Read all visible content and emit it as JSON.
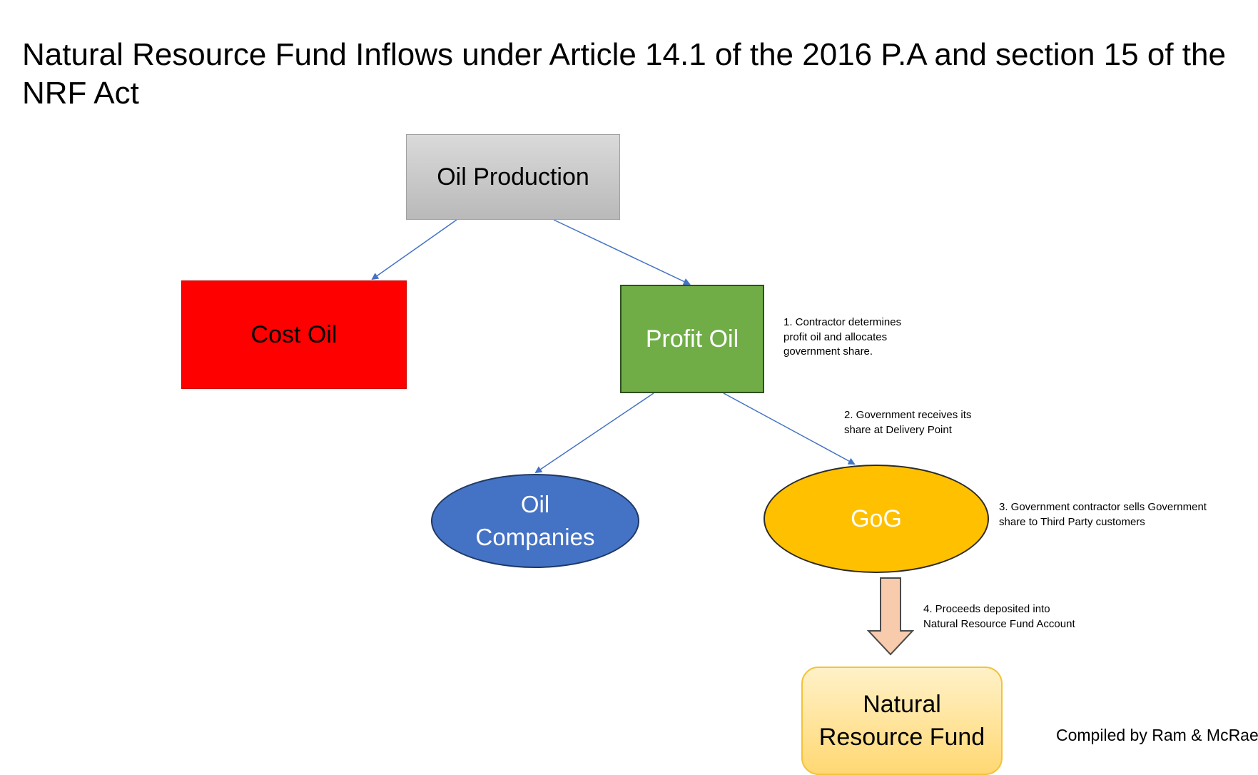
{
  "title": "Natural Resource Fund Inflows under Article 14.1 of the 2016 P.A and section 15 of the NRF Act",
  "nodes": {
    "oil_production": "Oil Production",
    "cost_oil": "Cost Oil",
    "profit_oil": "Profit Oil",
    "oil_companies": [
      "Oil",
      "Companies"
    ],
    "gog": "GoG",
    "natural_resource_fund": [
      "Natural",
      "Resource Fund"
    ]
  },
  "notes": {
    "step_1": [
      "1. Contractor determines",
      "profit oil and allocates",
      "government share."
    ],
    "step_2": [
      "2. Government receives its",
      "share at Delivery Point"
    ],
    "step_3": [
      "3. Government contractor sells Government",
      "share to Third Party customers"
    ],
    "step_4": [
      "4. Proceeds deposited into",
      "Natural Resource Fund Account"
    ]
  },
  "credit": "Compiled by Ram & McRae",
  "colors": {
    "oil_production": "#c8c8c8",
    "cost_oil": "#ff0000",
    "profit_oil": "#70ad47",
    "oil_companies": "#4472c4",
    "gog": "#ffc000",
    "natural_resource_fund": "#ffe08a",
    "connector": "#4472c4",
    "block_arrow": "#f8cbad"
  }
}
